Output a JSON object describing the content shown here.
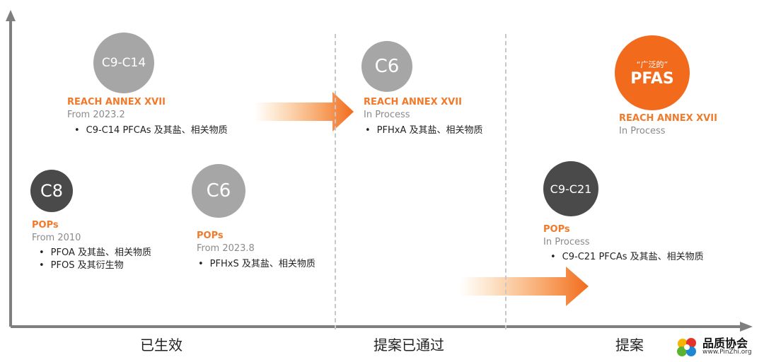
{
  "colors": {
    "accent": "#f07a2a",
    "circle_light": "#a6a6a6",
    "circle_dark": "#4a4a4a",
    "axis": "#7f7f7f"
  },
  "phases": {
    "effective": "已生效",
    "approved": "提案已通过",
    "proposal": "提案"
  },
  "items": {
    "c9c14": {
      "badge": "C9-C14",
      "regulation": "REACH ANNEX XVII",
      "status": "From 2023.2",
      "bullets": [
        "C9-C14 PFCAs 及其盐、相关物质"
      ]
    },
    "c8": {
      "badge": "C8",
      "regulation": "POPs",
      "status": "From 2010",
      "bullets": [
        "PFOA 及其盐、相关物质",
        "PFOS 及其衍生物"
      ]
    },
    "c6_pops": {
      "badge": "C6",
      "regulation": "POPs",
      "status": "From 2023.8",
      "bullets": [
        "PFHxS 及其盐、相关物质"
      ]
    },
    "c6_reach": {
      "badge": "C6",
      "regulation": "REACH ANNEX XVII",
      "status": "In Process",
      "bullets": [
        "PFHxA 及其盐、相关物质"
      ]
    },
    "pfas": {
      "badge_top": "“广泛的”",
      "badge": "PFAS",
      "regulation": "REACH ANNEX XVII",
      "status": "In Process"
    },
    "c9c21": {
      "badge": "C9-C21",
      "regulation": "POPs",
      "status": "In Process",
      "bullets": [
        "C9-C21 PFCAs 及其盐、相关物质"
      ]
    }
  },
  "logo": {
    "name": "品质协会",
    "url": "www.PinZhi.org"
  }
}
